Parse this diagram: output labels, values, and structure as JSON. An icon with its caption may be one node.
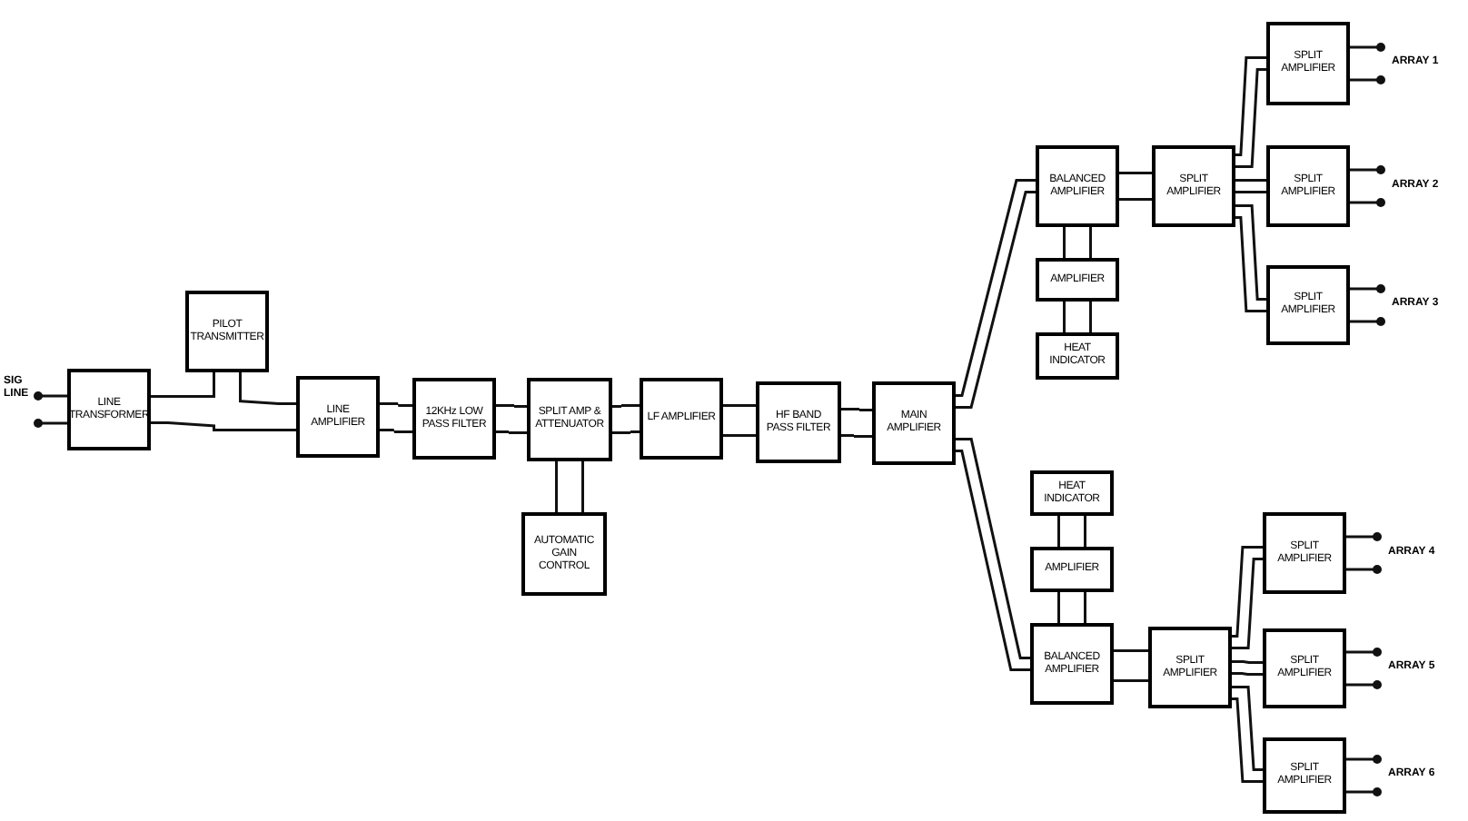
{
  "diagram": {
    "nodes": [
      {
        "text": [
          "LINE TRANSFORMER"
        ]
      },
      {
        "text": [
          "PILOT TRANSMITTER"
        ]
      },
      {
        "text": [
          "LINE AMPLIFIER"
        ]
      },
      {
        "text": [
          "12KHz LOW PASS FILTER"
        ]
      },
      {
        "text": [
          "SPLIT AMP & ATTENUATOR"
        ]
      },
      {
        "text": [
          "AUTOMATIC GAIN CONTROL"
        ]
      },
      {
        "text": [
          "LF AMPLIFIER"
        ]
      },
      {
        "text": [
          "HF BAND PASS FILTER"
        ]
      },
      {
        "text": [
          "MAIN AMPLIFIER"
        ]
      },
      {
        "text": [
          "BALANCED AMPLIFIER"
        ]
      },
      {
        "text": [
          "AMPLIFIER"
        ]
      },
      {
        "text": [
          "HEAT INDICATOR"
        ]
      },
      {
        "text": [
          "SPLIT AMPLIFIER"
        ]
      },
      {
        "text": [
          "SPLIT AMPLIFIER"
        ]
      },
      {
        "text": [
          "SPLIT AMPLIFIER"
        ]
      },
      {
        "text": [
          "SPLIT AMPLIFIER"
        ]
      },
      {
        "text": [
          "HEAT INDICATOR"
        ]
      },
      {
        "text": [
          "AMPLIFIER"
        ]
      },
      {
        "text": [
          "BALANCED AMPLIFIER"
        ]
      },
      {
        "text": [
          "SPLIT AMPLIFIER"
        ]
      },
      {
        "text": [
          "SPLIT AMPLIFIER"
        ]
      },
      {
        "text": [
          "SPLIT AMPLIFIER"
        ]
      },
      {
        "text": [
          "SPLIT AMPLIFIER"
        ]
      }
    ],
    "edges": [
      {
        "from": 0,
        "to": 2,
        "arrow": "none"
      },
      {
        "from": 1,
        "to": 0,
        "arrow": "none"
      },
      {
        "from": 1,
        "to": 2,
        "arrow": "none"
      },
      {
        "from": 2,
        "to": 3,
        "arrow": "none"
      },
      {
        "from": 3,
        "to": 4,
        "arrow": "none"
      },
      {
        "from": 4,
        "to": 5,
        "arrow": "none"
      },
      {
        "from": 4,
        "to": 6,
        "arrow": "none"
      },
      {
        "from": 6,
        "to": 7,
        "arrow": "none"
      },
      {
        "from": 7,
        "to": 8,
        "arrow": "none"
      },
      {
        "from": 8,
        "to": 9,
        "arrow": "none"
      },
      {
        "from": 8,
        "to": 18,
        "arrow": "none"
      },
      {
        "from": 9,
        "to": 10,
        "arrow": "none"
      },
      {
        "from": 10,
        "to": 11,
        "arrow": "none"
      },
      {
        "from": 9,
        "to": 12,
        "arrow": "none"
      },
      {
        "from": 12,
        "to": 13,
        "arrow": "none"
      },
      {
        "from": 12,
        "to": 14,
        "arrow": "none"
      },
      {
        "from": 12,
        "to": 15,
        "arrow": "none"
      },
      {
        "from": 18,
        "to": 17,
        "arrow": "none"
      },
      {
        "from": 17,
        "to": 16,
        "arrow": "none"
      },
      {
        "from": 18,
        "to": 19,
        "arrow": "none"
      },
      {
        "from": 19,
        "to": 20,
        "arrow": "none"
      },
      {
        "from": 19,
        "to": 21,
        "arrow": "none"
      },
      {
        "from": 19,
        "to": 22,
        "arrow": "none"
      }
    ],
    "labels": [
      "SIG LINE",
      "ARRAY 1",
      "ARRAY 2",
      "ARRAY 3",
      "ARRAY 4",
      "ARRAY 5",
      "ARRAY 6"
    ]
  }
}
